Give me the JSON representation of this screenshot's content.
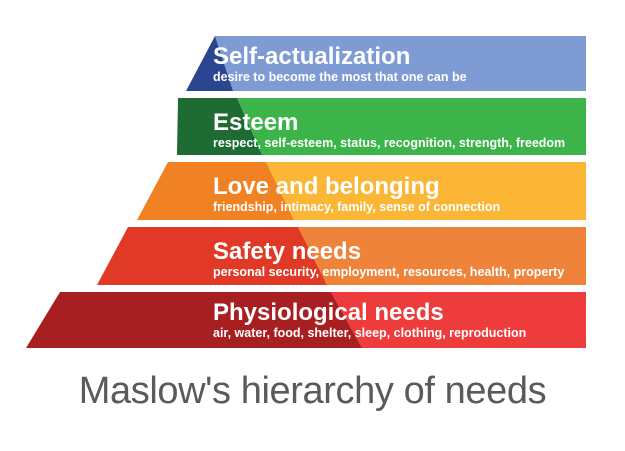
{
  "chart_data": {
    "type": "pyramid",
    "title": "Maslow's hierarchy of needs",
    "orientation": "apex-top",
    "levels_count": 5,
    "legend": "none",
    "grid": false,
    "levels": [
      {
        "rank": 5,
        "label": "Self-actualization",
        "description": "desire to become the most that one can be",
        "color_light": "#7e9bd4",
        "color_dark": "#2a4690"
      },
      {
        "rank": 4,
        "label": "Esteem",
        "description": "respect, self-esteem, status, recognition, strength, freedom",
        "color_light": "#3cb44a",
        "color_dark": "#1e6b34"
      },
      {
        "rank": 3,
        "label": "Love and belonging",
        "description": "friendship, intimacy, family, sense of connection",
        "color_light": "#fbb635",
        "color_dark": "#f08223"
      },
      {
        "rank": 2,
        "label": "Safety needs",
        "description": "personal security, employment, resources, health, property",
        "color_light": "#f0833a",
        "color_dark": "#e03a26"
      },
      {
        "rank": 1,
        "label": "Physiological needs",
        "description": "air, water, food, shelter, sleep, clothing, reproduction",
        "color_light": "#ee3b3b",
        "color_dark": "#a81f22"
      }
    ]
  },
  "title": {
    "text": "Maslow's hierarchy of needs",
    "color": "#5a5a5a"
  },
  "tiers": [
    {
      "name": "self-actualization",
      "label": "Self-actualization",
      "description": "desire to become the most that one can be",
      "color_light": "#7e9bd4",
      "color_dark": "#2a4690"
    },
    {
      "name": "esteem",
      "label": "Esteem",
      "description": "respect, self-esteem, status, recognition, strength, freedom",
      "color_light": "#3cb44a",
      "color_dark": "#1e6b34"
    },
    {
      "name": "love-and-belonging",
      "label": "Love and belonging",
      "description": "friendship, intimacy, family, sense of connection",
      "color_light": "#fbb635",
      "color_dark": "#f08223"
    },
    {
      "name": "safety-needs",
      "label": "Safety needs",
      "description": "personal security, employment, resources, health, property",
      "color_light": "#f0833a",
      "color_dark": "#e03a26"
    },
    {
      "name": "physiological-needs",
      "label": "Physiological needs",
      "description": "air, water, food, shelter, sleep, clothing, reproduction",
      "color_light": "#ee3b3b",
      "color_dark": "#a81f22"
    }
  ]
}
